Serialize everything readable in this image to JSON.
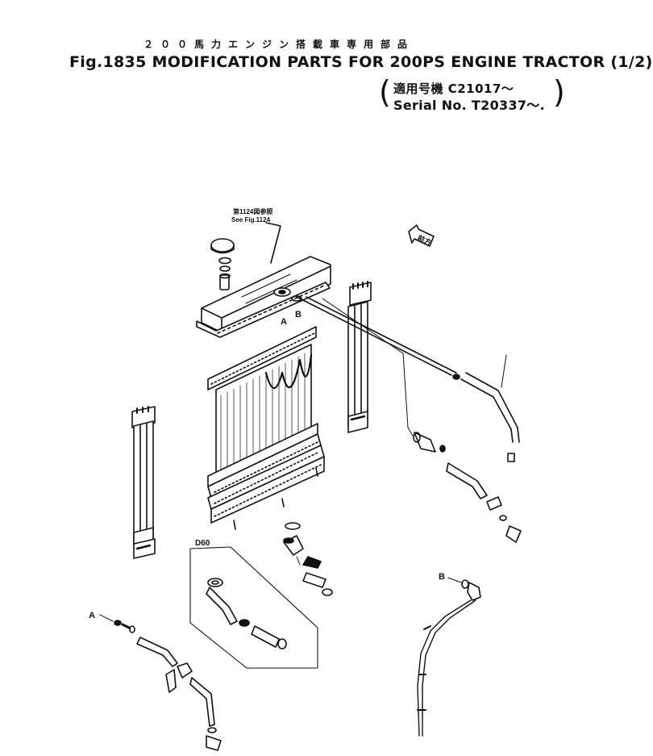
{
  "header": {
    "title_jp": "２００馬力エンジン搭載車専用部品",
    "fig_title": "Fig.1835  MODIFICATION  PARTS FOR 200PS ENGINE TRACTOR (1/2)",
    "serial_jp": "適用号機  C21017～",
    "serial_en": "Serial  No. T20337～."
  },
  "drawing": {
    "ref_note_jp": "第1124図参照",
    "ref_note_en": "See Fig.1124",
    "front_arrow": "前方",
    "variant_label": "D60",
    "callouts": [
      "A",
      "B",
      "A",
      "B"
    ]
  }
}
